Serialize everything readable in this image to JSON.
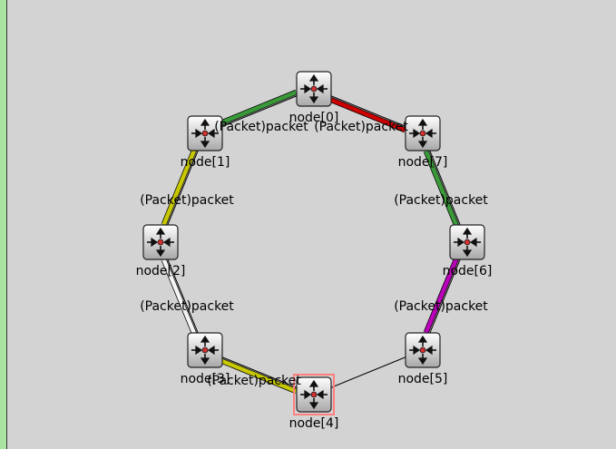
{
  "colors": {
    "background": "#d3d3d3",
    "left_strip": "#a9e5a0",
    "link_thin": "#000000",
    "highlight": "#ff7f7f"
  },
  "nodes": [
    {
      "id": "node-0",
      "label": "node[0]",
      "icon": "router-icon"
    },
    {
      "id": "node-1",
      "label": "node[1]",
      "icon": "router-icon"
    },
    {
      "id": "node-2",
      "label": "node[2]",
      "icon": "router-icon"
    },
    {
      "id": "node-3",
      "label": "node[3]",
      "icon": "router-icon"
    },
    {
      "id": "node-4",
      "label": "node[4]",
      "icon": "router-icon",
      "selected": true
    },
    {
      "id": "node-5",
      "label": "node[5]",
      "icon": "router-icon"
    },
    {
      "id": "node-6",
      "label": "node[6]",
      "icon": "router-icon"
    },
    {
      "id": "node-7",
      "label": "node[7]",
      "icon": "router-icon"
    }
  ],
  "links": [
    {
      "from": "node-0",
      "to": "node-1",
      "color": "#3a9a3a",
      "packet": "(Packet)packet"
    },
    {
      "from": "node-0",
      "to": "node-7",
      "color": "#cc0000",
      "packet": "(Packet)packet"
    },
    {
      "from": "node-1",
      "to": "node-2",
      "color": "#c8c800",
      "packet": "(Packet)packet"
    },
    {
      "from": "node-7",
      "to": "node-6",
      "color": "#3a9a3a",
      "packet": "(Packet)packet"
    },
    {
      "from": "node-2",
      "to": "node-3",
      "color": "#f4f4f4",
      "packet": "(Packet)packet"
    },
    {
      "from": "node-6",
      "to": "node-5",
      "color": "#bb00bb",
      "packet": "(Packet)packet"
    },
    {
      "from": "node-3",
      "to": "node-4",
      "color": "#c8c800",
      "packet": "(Packet)packet"
    },
    {
      "from": "node-4",
      "to": "node-5",
      "color": null,
      "packet": null
    }
  ]
}
